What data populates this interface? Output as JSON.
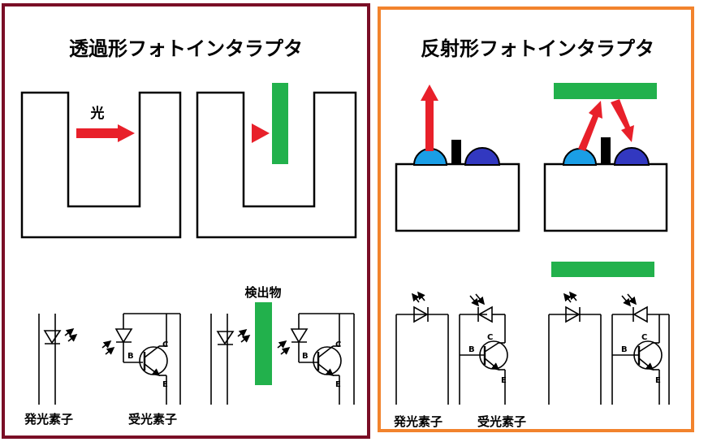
{
  "colors": {
    "transmissive_border": "#7a0e26",
    "reflective_border": "#f2832d",
    "light_arrow": "#e8202a",
    "object_green": "#22b14c",
    "emitter_dome": "#1a9ee6",
    "receiver_dome": "#3238c0"
  },
  "transmissive": {
    "title": "透過形フォトインタラプタ",
    "light_label": "光",
    "object_label": "検出物",
    "emitter_label": "発光素子",
    "receiver_label": "受光素子",
    "pin_c": "C",
    "pin_b": "B",
    "pin_e": "E"
  },
  "reflective": {
    "title": "反射形フォトインタラプタ",
    "emitter_label": "発光素子",
    "receiver_label": "受光素子",
    "pin_c": "C",
    "pin_b": "B",
    "pin_e": "E"
  }
}
